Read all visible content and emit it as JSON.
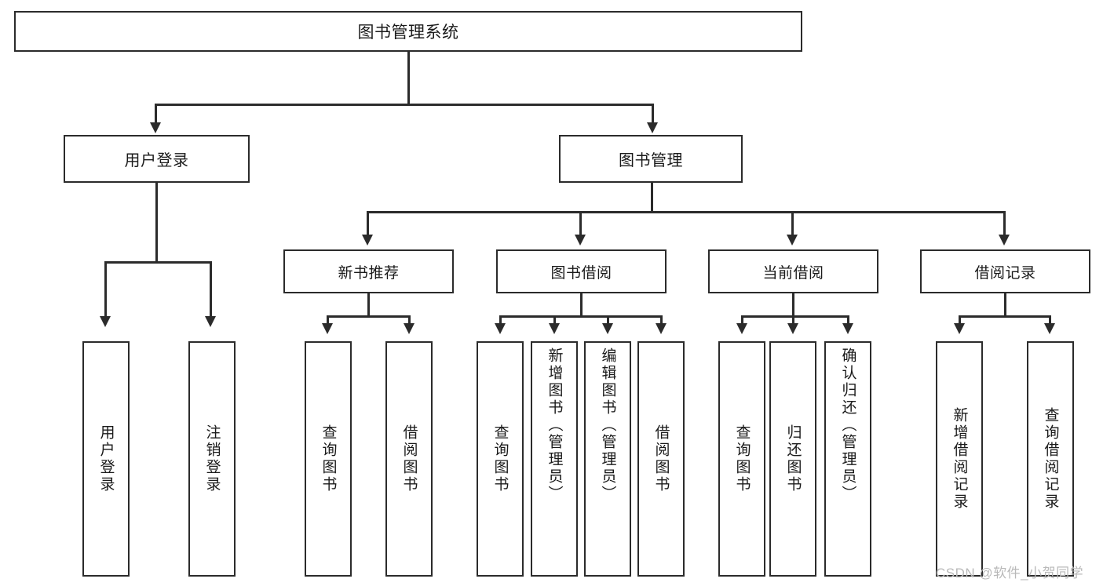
{
  "diagram": {
    "title": "图书管理系统",
    "root": {
      "label": "图书管理系统"
    },
    "level1": [
      {
        "label": "用户登录"
      },
      {
        "label": "图书管理"
      }
    ],
    "level2": [
      {
        "label": "新书推荐"
      },
      {
        "label": "图书借阅"
      },
      {
        "label": "当前借阅"
      },
      {
        "label": "借阅记录"
      }
    ],
    "leaves": {
      "user_login": [
        {
          "label": "用户登录"
        },
        {
          "label": "注销登录"
        }
      ],
      "new_book_recommend": [
        {
          "label": "查询图书"
        },
        {
          "label": "借阅图书"
        }
      ],
      "book_borrow": [
        {
          "label": "查询图书"
        },
        {
          "label": "新增图书（管理员）"
        },
        {
          "label": "编辑图书（管理员）"
        },
        {
          "label": "借阅图书"
        }
      ],
      "current_borrow": [
        {
          "label": "查询图书"
        },
        {
          "label": "归还图书"
        },
        {
          "label": "确认归还（管理员）"
        }
      ],
      "borrow_record": [
        {
          "label": "新增借阅记录"
        },
        {
          "label": "查询借阅记录"
        }
      ]
    }
  },
  "watermark": {
    "text": "CSDN @软件_小贺同学"
  },
  "colors": {
    "stroke": "#2b2b2b",
    "background": "#ffffff",
    "text": "#1a1a1a",
    "watermark": "#b9b9b9"
  }
}
